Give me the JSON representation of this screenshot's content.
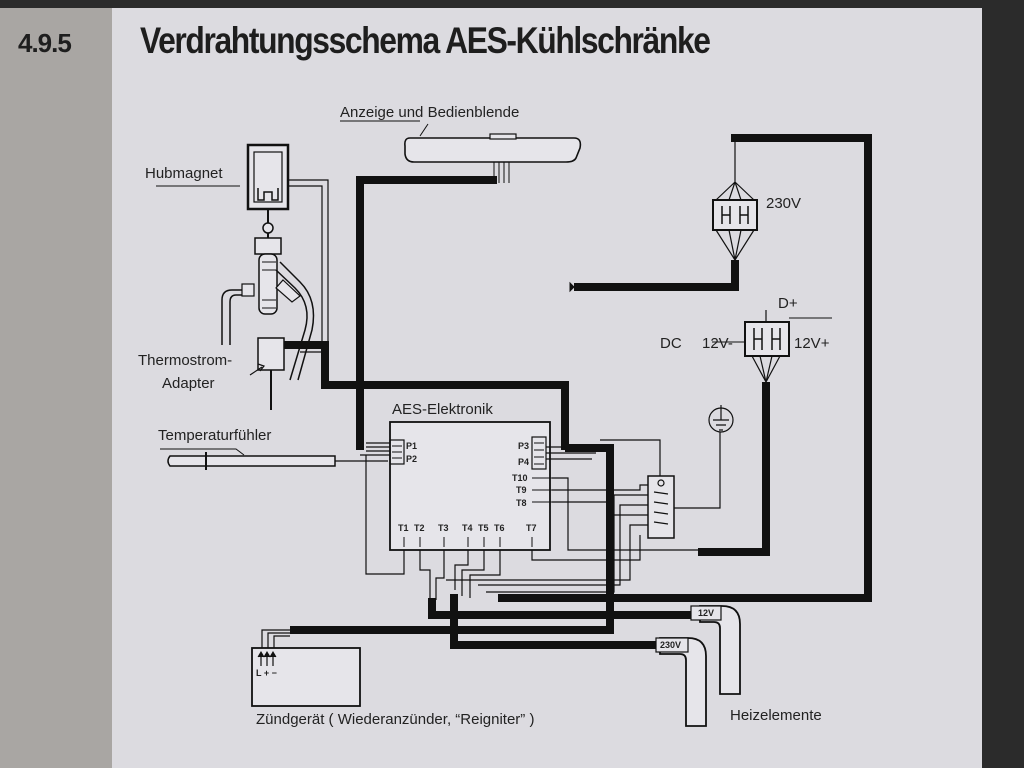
{
  "section_number": "4.9.5",
  "title": "Verdrahtungsschema AES-Kühlschränke",
  "labels": {
    "display_panel": "Anzeige und Bedienblende",
    "lifting_magnet": "Hubmagnet",
    "thermo_adapter_line1": "Thermostrom-",
    "thermo_adapter_line2": "Adapter",
    "temp_sensor": "Temperaturfühler",
    "aes_electronics": "AES-Elektronik",
    "mains_230": "230V",
    "d_plus": "D+",
    "dc": "DC",
    "dc_minus": "12V-",
    "dc_plus": "12V+",
    "igniter": "Zündgerät ( Wiederanzünder, “Reigniter” )",
    "heating_elements": "Heizelemente",
    "heater_12v": "12V",
    "heater_230v": "230V",
    "igniter_terminals": "L + −"
  },
  "pins": {
    "p1": "P1",
    "p2": "P2",
    "p3": "P3",
    "p4": "P4",
    "t1": "T1",
    "t2": "T2",
    "t3": "T3",
    "t4": "T4",
    "t5": "T5",
    "t6": "T6",
    "t7": "T7",
    "t8": "T8",
    "t9": "T9",
    "t10": "T10"
  },
  "colors": {
    "wire": "#111111",
    "paper": "#dcdbe0",
    "frame": "#2b2b2b",
    "left_bar": "#a9a6a3"
  }
}
